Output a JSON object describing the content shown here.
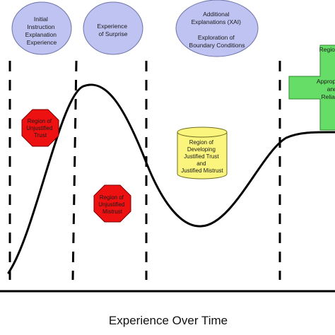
{
  "phases": [
    {
      "label_lines": [
        "Initial",
        "Instruction",
        "Explanation",
        "Experience"
      ]
    },
    {
      "label_lines": [
        "Experience",
        "of Surprise"
      ]
    },
    {
      "label_lines": [
        "Additional",
        "Explanations (XAI)",
        "",
        "Exploration of",
        "Boundary Conditions"
      ]
    },
    {
      "label_lines": [
        "Region of",
        "Appropriate",
        "and",
        "Reliance"
      ]
    }
  ],
  "regions": {
    "unjustified_trust": {
      "label_lines": [
        "Region of",
        "Unjustified",
        "Trust"
      ],
      "color": "#ee1111"
    },
    "unjustified_mistrust": {
      "label_lines": [
        "Region of",
        "Unjustified",
        "Mistrust"
      ],
      "color": "#ee1111"
    },
    "developing": {
      "label_lines": [
        "Region of",
        "Developing",
        "Justified Trust",
        "and",
        "Justified Mistrust"
      ],
      "color": "#fbf57e"
    },
    "appropriate": {
      "color": "#66dd66"
    }
  },
  "colors": {
    "phase_bubble": "#bfc3f2",
    "curve": "#000000"
  },
  "x_axis_label": "Experience Over Time"
}
